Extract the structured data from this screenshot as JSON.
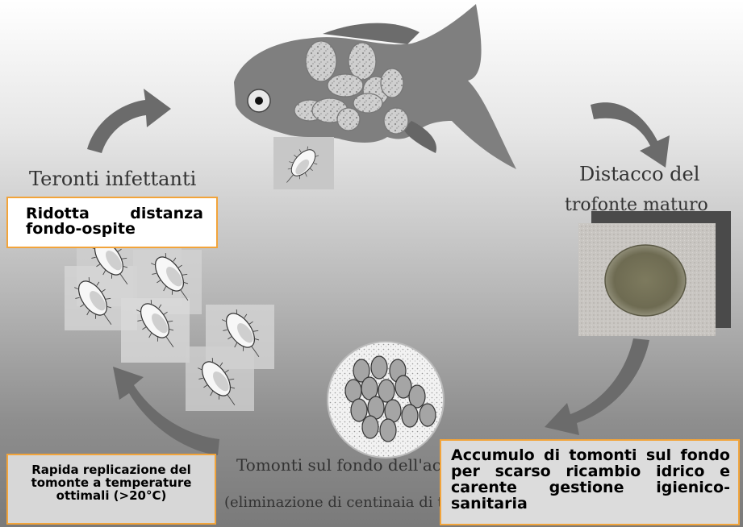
{
  "captions": {
    "teronti": "Teronti infettanti",
    "distacco_line1": "Distacco del",
    "distacco_line2": "trofonte maturo",
    "tomonti_line1": "Tomonti sul fondo dell'acquario",
    "tomonti_line2": "(eliminazione di centinaia di teronti)"
  },
  "boxes": {
    "ridotta": "Ridotta distanza fondo-ospite",
    "rapida": "Rapida replicazione del tomonte a temperature ottimali (>20°C)",
    "accumulo": "Accumulo di tomonti sul fondo per scarso ricambio idrico e carente gestione igienico-sanitaria"
  },
  "colors": {
    "box_border": "#f2a43a",
    "arrow_fill": "#6b6b6b",
    "fish_fill": "#7f7f7f"
  }
}
